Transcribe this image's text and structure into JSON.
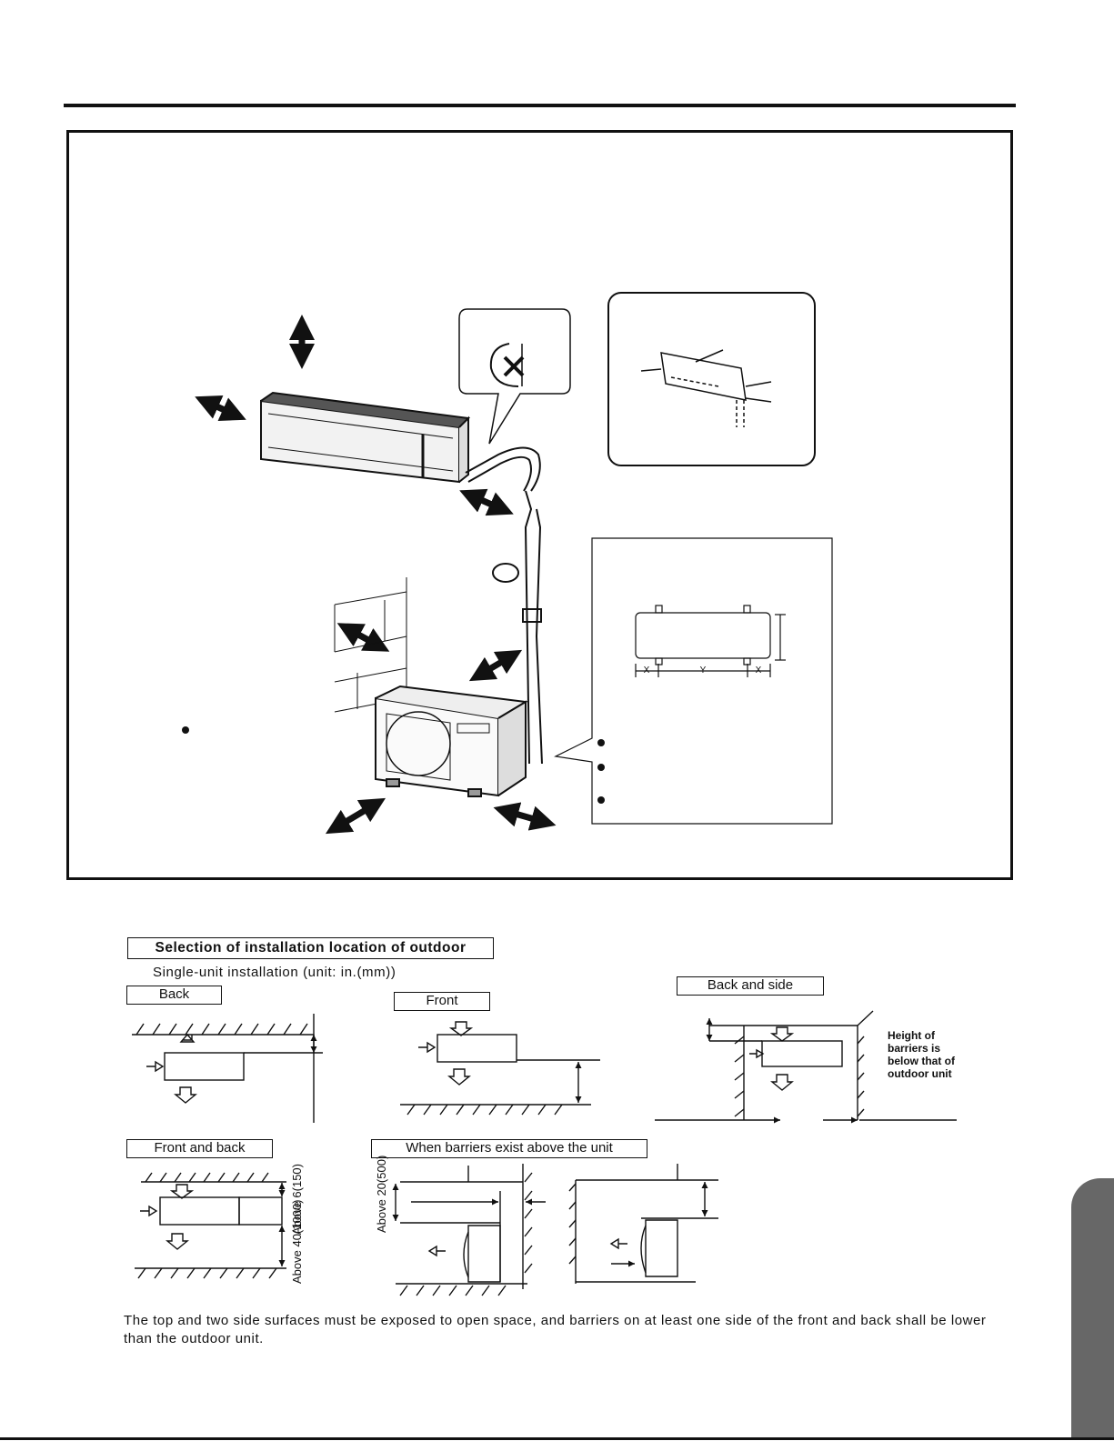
{
  "section_title": "Selection of installation location of outdoor",
  "subtitle": "Single-unit installation (unit: in.(mm))",
  "labels": {
    "back": "Back",
    "front": "Front",
    "back_and_side": "Back and side",
    "front_and_back": "Front and back",
    "barriers_above": "When barriers exist above the unit"
  },
  "barrier_note": "Height of barriers is below that of outdoor unit",
  "dimensions": {
    "above_150": "Above 6(150)",
    "above_1000": "Above 40(1000)",
    "above_500": "Above 20(500)"
  },
  "mounting_labels": {
    "x_left": "X",
    "y": "Y",
    "x_right": "X"
  },
  "footer_note": "The top and two side surfaces must be exposed to open space, and barriers on at least one side of the front and back shall be lower than the outdoor unit.",
  "side_tab_color": "#676767"
}
